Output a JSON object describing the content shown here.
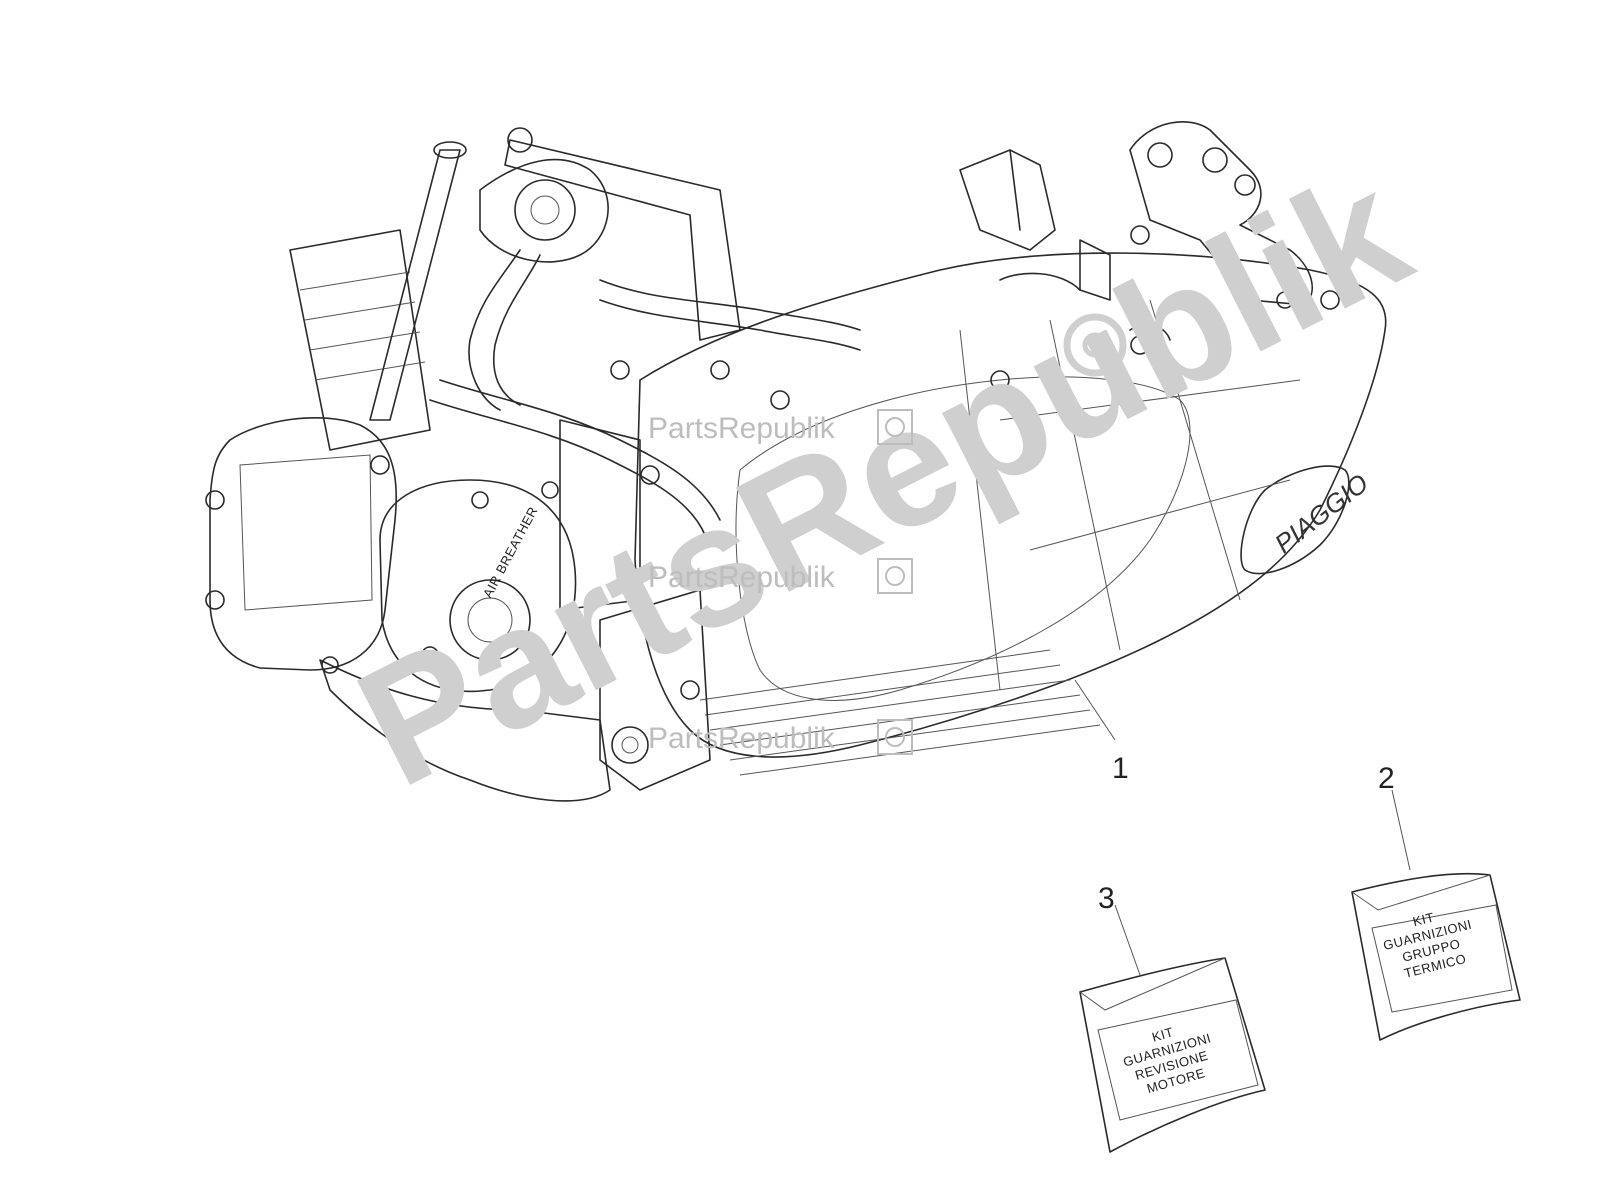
{
  "diagram": {
    "callouts": [
      {
        "id": "1",
        "label": "1"
      },
      {
        "id": "2",
        "label": "2"
      },
      {
        "id": "3",
        "label": "3"
      }
    ],
    "engine": {
      "brand_label": "PIAGGIO",
      "breather_label": "AIR BREATHER"
    },
    "kits": [
      {
        "callout": "2",
        "lines": [
          "KIT",
          "GUARNIZIONI",
          "GRUPPO",
          "TERMICO"
        ]
      },
      {
        "callout": "3",
        "lines": [
          "KIT",
          "GUARNIZIONI",
          "REVISIONE",
          "MOTORE"
        ]
      }
    ]
  },
  "watermark": {
    "large": "PartsRepublik",
    "small": [
      "PartsRepublik",
      "PartsRepublik",
      "PartsRepublik"
    ],
    "icon": "gear-icon"
  },
  "colors": {
    "line": "#2a2a2a",
    "watermark": "#cfcfcf",
    "background": "#ffffff"
  }
}
